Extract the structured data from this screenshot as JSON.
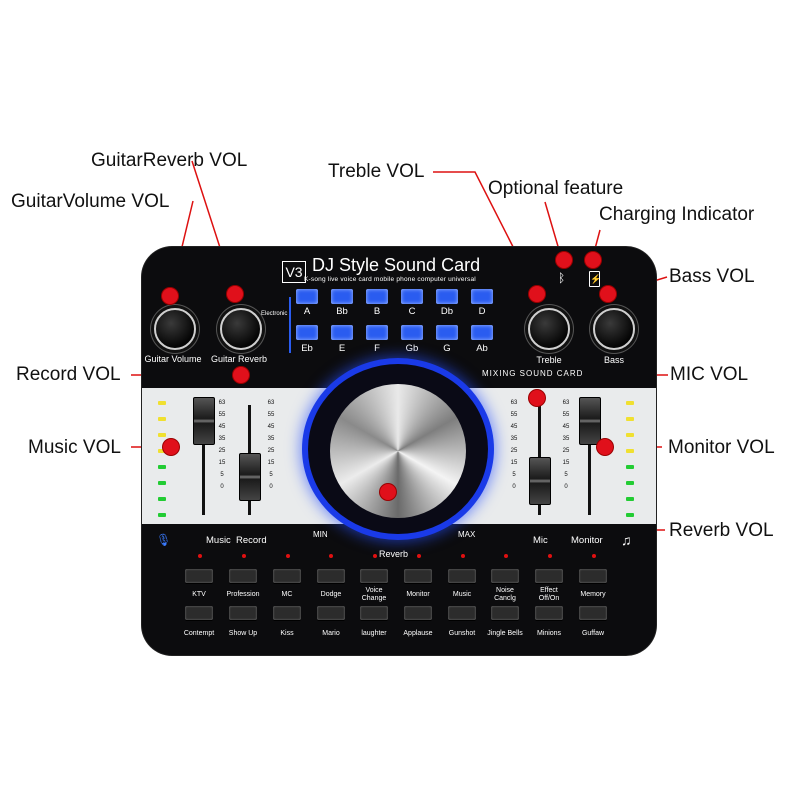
{
  "callouts": {
    "guitar_reverb": "GuitarReverb VOL",
    "guitar_volume": "GuitarVolume VOL",
    "treble": "Treble VOL",
    "optional": "Optional feature",
    "charging": "Charging Indicator",
    "bass": "Bass VOL",
    "record": "Record VOL",
    "mic": "MIC VOL",
    "music": "Music VOL",
    "monitor": "Monitor VOL",
    "reverb": "Reverb VOL"
  },
  "device": {
    "badge": "V3",
    "title": "DJ Style Sound Card",
    "subtitle": "K-song live voice card mobile phone computer universal",
    "electronic_label": "Electronic",
    "mixing_label": "MIXING SOUND CARD",
    "knobs": {
      "guitar_volume": "Guitar Volume",
      "guitar_reverb": "Guitar Reverb",
      "treble": "Treble",
      "bass": "Bass"
    },
    "pads_top": [
      "A",
      "Bb",
      "B",
      "C",
      "Db",
      "D"
    ],
    "pads_bottom": [
      "Eb",
      "E",
      "F",
      "Gb",
      "G",
      "Ab"
    ],
    "scale": [
      "63",
      "55",
      "45",
      "35",
      "25",
      "15",
      "5",
      "0"
    ],
    "sections": {
      "music": "Music",
      "record": "Record",
      "min": "MIN",
      "max": "MAX",
      "reverb": "Reverb",
      "mic": "Mic",
      "monitor": "Monitor"
    },
    "buttons_top": [
      "KTV",
      "Profession",
      "MC",
      "Dodge",
      "Voice Change",
      "Monitor",
      "Music",
      "Noise Canclg",
      "Effect Off/On",
      "Memory"
    ],
    "buttons_bottom": [
      "Contempt",
      "Show Up",
      "Kiss",
      "Mario",
      "laughter",
      "Applause",
      "Gunshot",
      "Jingle Bells",
      "Minions",
      "Guffaw"
    ],
    "icons": [
      "bluetooth-icon",
      "lightning-icon",
      "microphone-icon",
      "music-note-icon"
    ],
    "colors": {
      "body": "#0c0c0e",
      "pad_blue": "#2a5cf0",
      "ring_blue": "#1a3ae8",
      "callout_red": "#e0101b"
    }
  }
}
